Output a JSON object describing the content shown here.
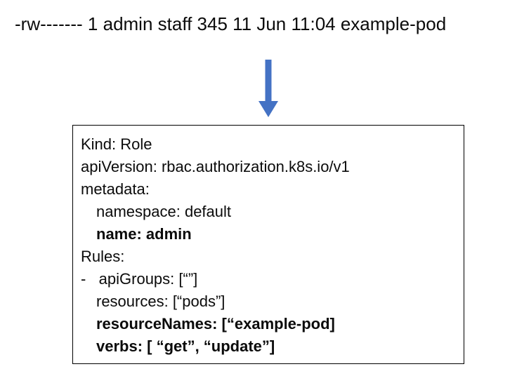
{
  "file_listing": "-rw------- 1 admin staff 345 11 Jun 11:04 example-pod",
  "arrow": {
    "direction": "down",
    "color": "#4472C4"
  },
  "yaml_box": {
    "border_color": "#000000",
    "lines": [
      {
        "text": "Kind: Role",
        "indent": 0,
        "bold": false
      },
      {
        "text": "apiVersion: rbac.authorization.k8s.io/v1",
        "indent": 0,
        "bold": false
      },
      {
        "text": "metadata:",
        "indent": 0,
        "bold": false
      },
      {
        "text": "namespace: default",
        "indent": 1,
        "bold": false
      },
      {
        "text": "name: admin",
        "indent": 1,
        "bold": true
      },
      {
        "text": "Rules:",
        "indent": 0,
        "bold": false
      },
      {
        "text": "-   apiGroups: [“”]",
        "indent": 0,
        "bold": false
      },
      {
        "text": "resources: [“pods”]",
        "indent": 1,
        "bold": false
      },
      {
        "text": "resourceNames: [“example-pod]",
        "indent": 1,
        "bold": true
      },
      {
        "text": "verbs: [ “get”, “update”]",
        "indent": 1,
        "bold": true
      }
    ]
  }
}
